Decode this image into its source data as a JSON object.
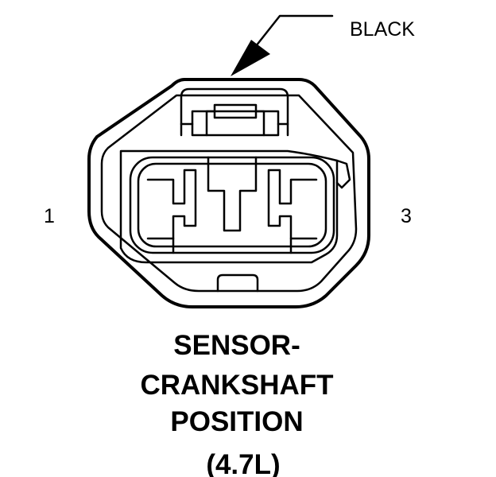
{
  "callout": {
    "label": "BLACK"
  },
  "pins": {
    "left": "1",
    "right": "3"
  },
  "caption": {
    "line1": "SENSOR-",
    "line2": "CRANKSHAFT",
    "line3": "POSITION",
    "line4": "(4.7L)"
  },
  "colors": {
    "line": "#000000",
    "background": "#ffffff"
  }
}
